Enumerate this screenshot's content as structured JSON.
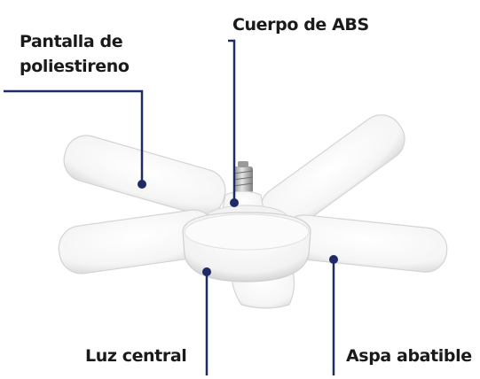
{
  "labels": {
    "pantalla": [
      "Pantalla de",
      "poliestireno"
    ],
    "cuerpo": "Cuerpo de ABS",
    "luz_central": "Luz central",
    "aspa": "Aspa abatible"
  },
  "colors": {
    "callout_line": "#1f2a66",
    "callout_dot": "#1f2a66",
    "text": "#1a1a1a",
    "blade_fill": "#f7f7f7",
    "blade_edge": "#d9d9d9",
    "socket": "#b9b9b9"
  }
}
